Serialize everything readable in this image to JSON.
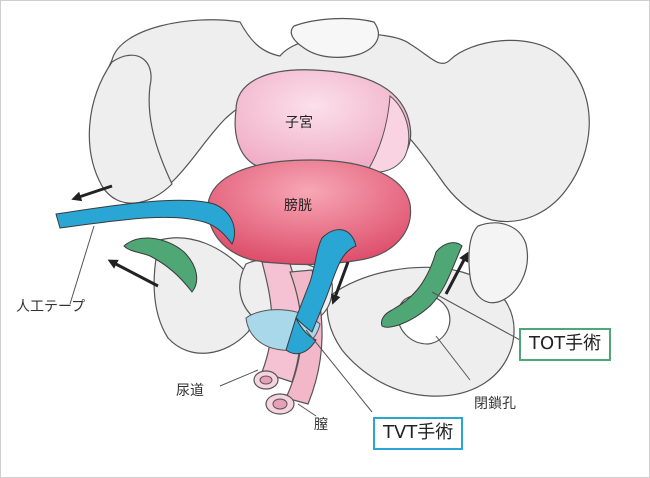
{
  "colors": {
    "tvt_band": "#2aa6d4",
    "tot_band": "#4ea774",
    "tvt_box_border": "#2aa6d4",
    "tot_box_border": "#4ea774",
    "uterus": "#f3b8cf",
    "bladder": "#e8607a",
    "urethra": "#a8d8ea",
    "vagina": "#f5c2d3",
    "bone_fill": "#eeeeee",
    "bone_stroke": "#555555"
  },
  "labels": {
    "uterus": "子宮",
    "bladder": "膀胱",
    "tape": "人工テープ",
    "urethra": "尿道",
    "vagina": "膣",
    "obturator": "閉鎖孔"
  },
  "boxes": {
    "tvt": "TVT手術",
    "tot": "TOT手術"
  },
  "icons": [
    "arrow-left-icon",
    "arrow-down-icon",
    "arrow-up-icon"
  ]
}
